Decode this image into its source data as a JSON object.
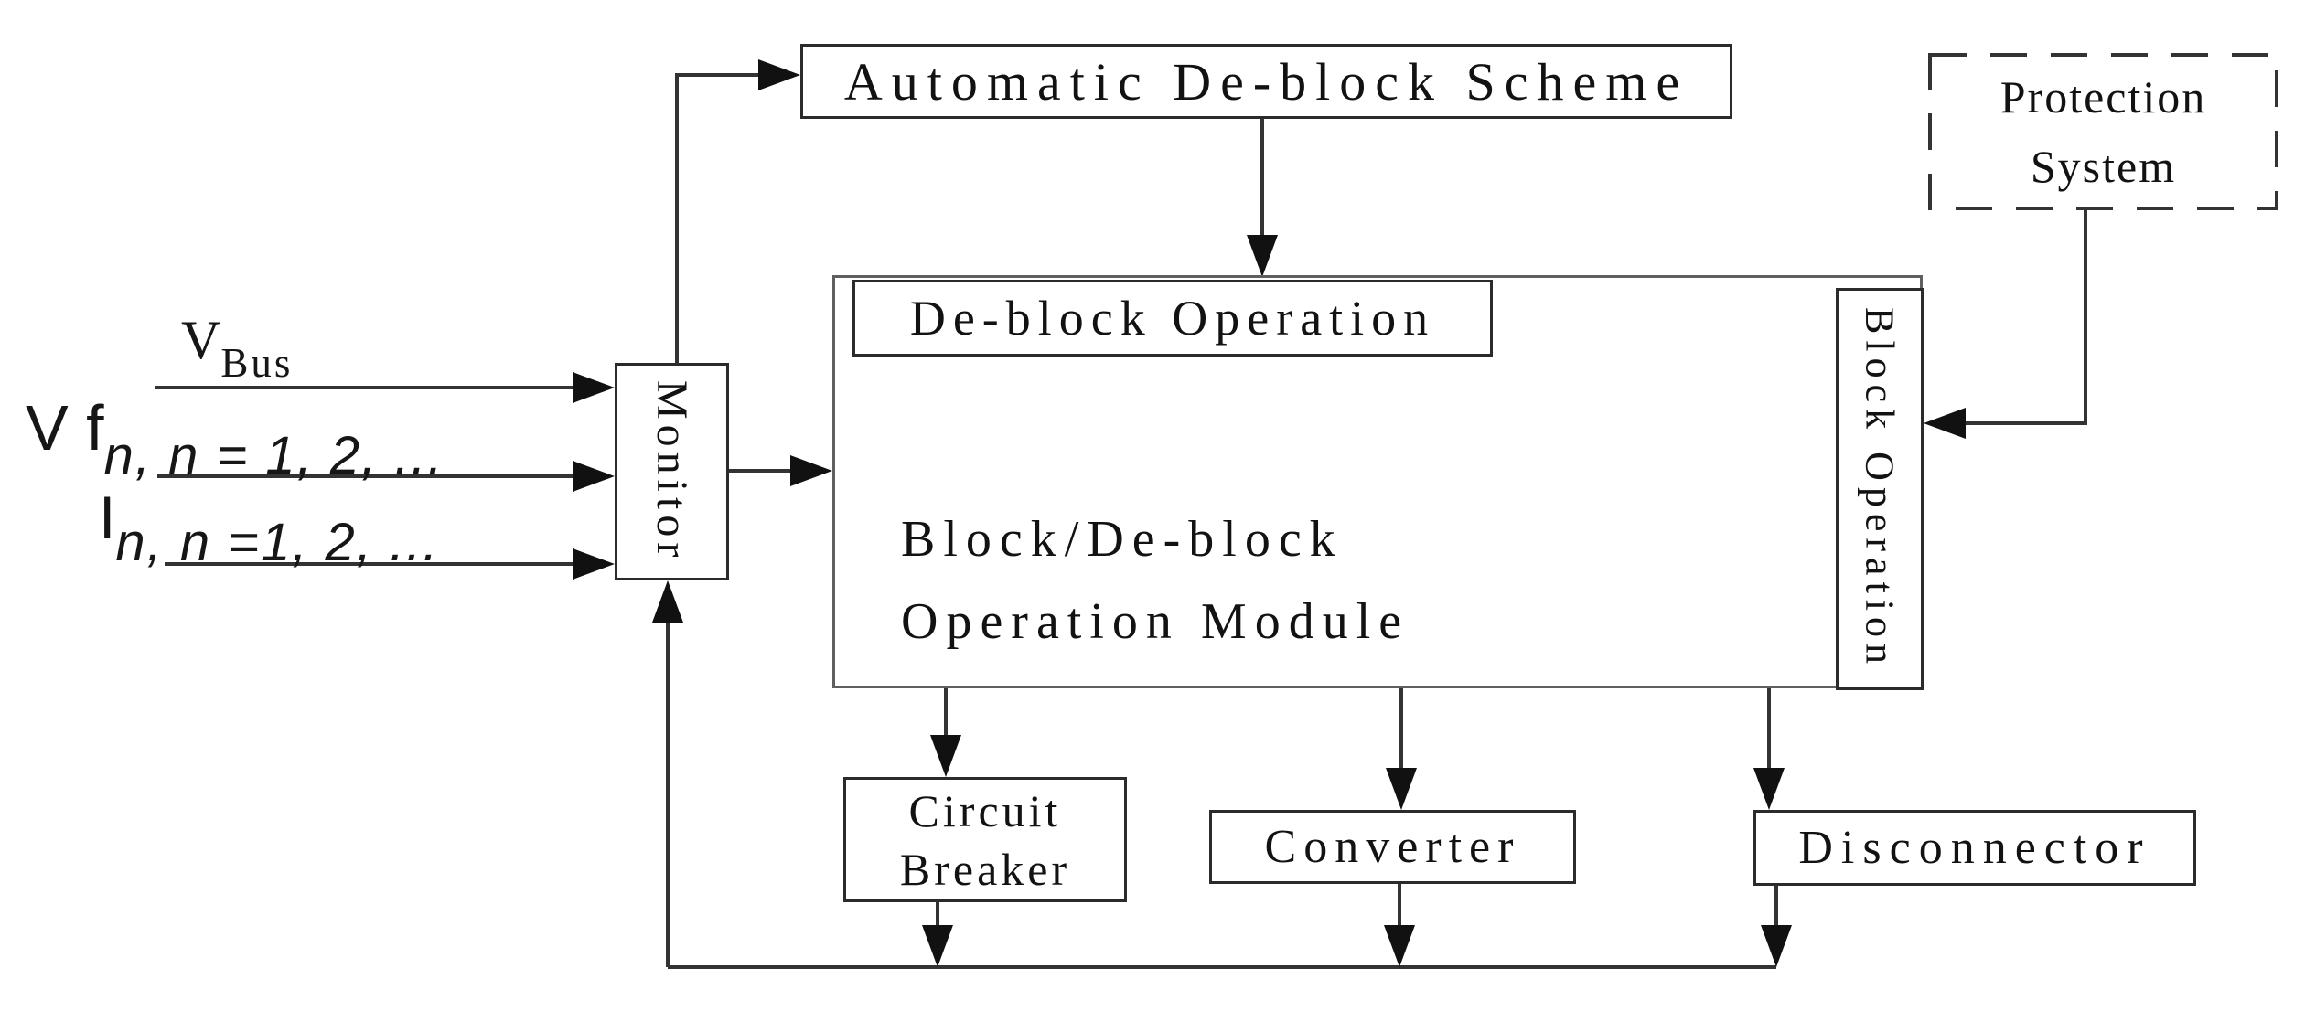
{
  "boxes": {
    "automatic_deblock_scheme": {
      "label": "Automatic De-block Scheme"
    },
    "protection_system": {
      "line1": "Protection",
      "line2": "System"
    },
    "monitor": {
      "label": "Monitor"
    },
    "deblock_operation": {
      "label": "De-block Operation"
    },
    "module": {
      "line1": "Block/De-block",
      "line2": "Operation Module"
    },
    "block_operation": {
      "label": "Block Operation"
    },
    "circuit_breaker": {
      "line1": "Circuit",
      "line2": "Breaker"
    },
    "converter": {
      "label": "Converter"
    },
    "disconnector": {
      "label": "Disconnector"
    }
  },
  "inputs": {
    "v_bus": {
      "base": "V",
      "sub": "Bus"
    },
    "v_f": {
      "base": "V f",
      "sub": "n, n = 1, 2, ..."
    },
    "i": {
      "base": "I",
      "sub": "n, n =1, 2, ..."
    }
  },
  "edges": [
    "V_Bus -> Monitor",
    "V f_n -> Monitor",
    "I_n -> Monitor",
    "Monitor -> Automatic De-block Scheme",
    "Automatic De-block Scheme -> De-block Operation (module top)",
    "Monitor -> Block/De-block Operation Module",
    "Protection System -> Block Operation",
    "Block/De-block Operation Module -> Circuit Breaker",
    "Block/De-block Operation Module -> Converter",
    "Block/De-block Operation Module -> Disconnector",
    "Circuit Breaker -> feedback bus",
    "Converter -> feedback bus",
    "Disconnector -> feedback bus",
    "feedback bus -> Monitor"
  ],
  "colors": {
    "background": "#ffffff",
    "line": "#333333",
    "box_border": "#2b2b2b",
    "module_border": "#5f5f5f",
    "text": "#121212"
  }
}
